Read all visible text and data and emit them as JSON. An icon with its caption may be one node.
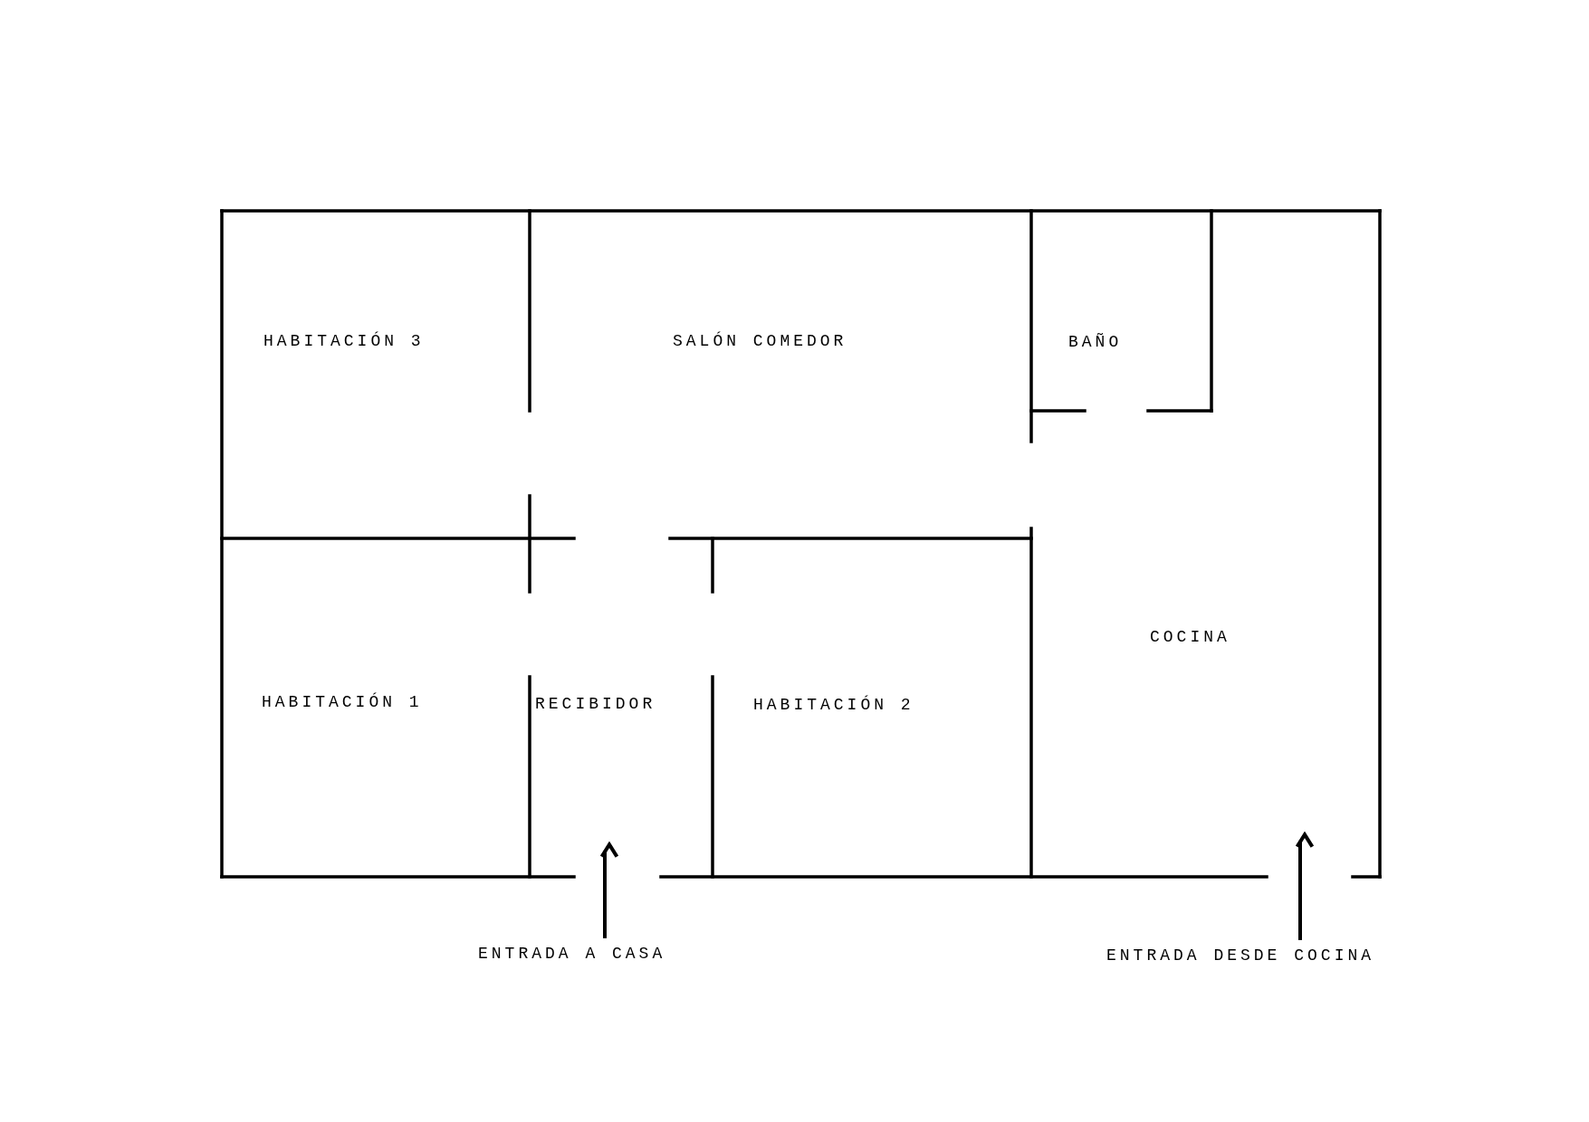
{
  "diagram": {
    "nodes": [
      {
        "text": [
          "ENTRADA A CASA"
        ]
      },
      {
        "text": [
          "ENTRADA DESDE COCINA"
        ]
      }
    ],
    "edges": [
      {
        "from": 0,
        "to": null,
        "arrow": "to"
      },
      {
        "from": 1,
        "to": null,
        "arrow": "to"
      }
    ],
    "labels": [
      "HABITACIÓN 3",
      "SALÓN COMEDOR",
      "BAÑO",
      "COCINA",
      "HABITACIÓN 1",
      "RECIBIDOR",
      "HABITACIÓN 2"
    ]
  }
}
